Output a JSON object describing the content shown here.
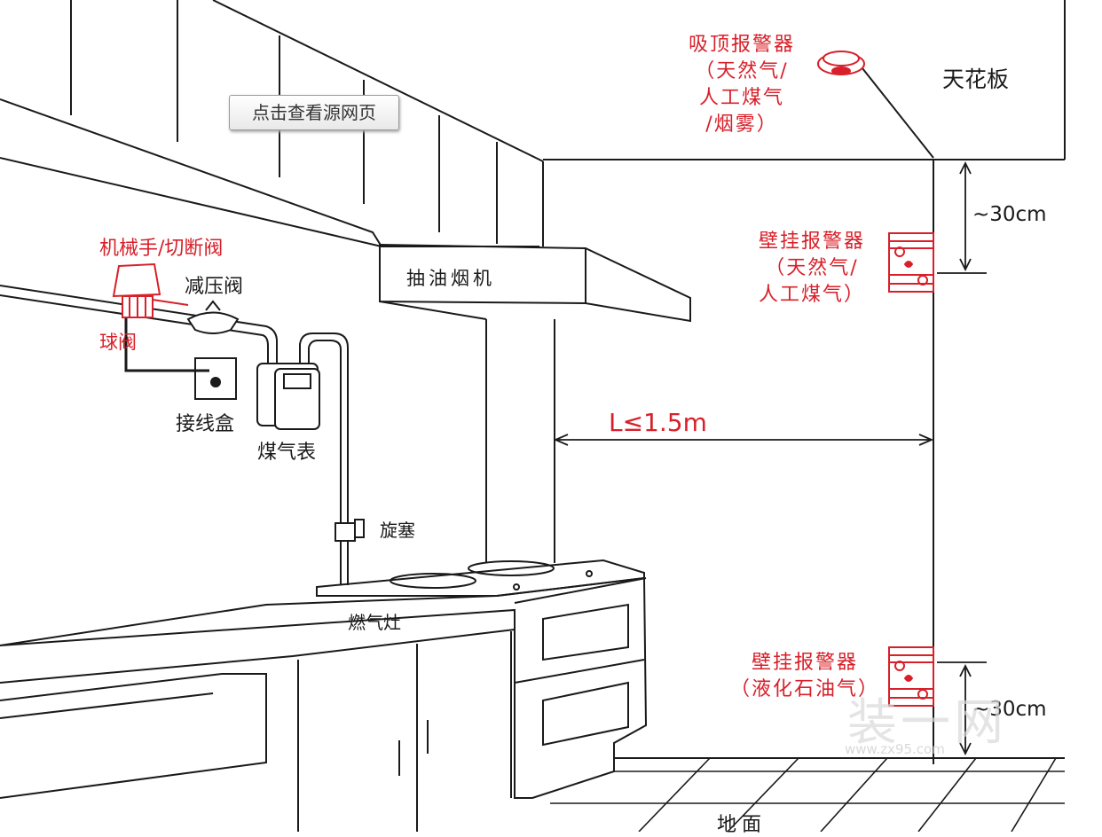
{
  "button": {
    "view_source": "点击查看源网页"
  },
  "labels": {
    "ceiling": "天花板",
    "ceiling_alarm": [
      "吸顶报警器",
      "（天然气/",
      "人工煤气",
      "/烟雾）"
    ],
    "wall_alarm_top": [
      "壁挂报警器",
      "（天然气/",
      "人工煤气）"
    ],
    "wall_alarm_bottom": [
      "壁挂报警器",
      "（液化石油气）"
    ],
    "dist_top": "~30cm",
    "dist_bottom": "~30cm",
    "distance_l": "L≤1.5m",
    "range_hood": "抽油烟机",
    "manipulator_valve": "机械手/切断阀",
    "pressure_valve": "减压阀",
    "ball_valve": "球阀",
    "junction_box": "接线盒",
    "gas_meter": "煤气表",
    "plug_valve": "旋塞",
    "gas_stove": "燃气灶",
    "floor": "地面"
  },
  "watermark": {
    "text": "装一网",
    "url": "www.zx95.com"
  },
  "colors": {
    "accent_red": "#d8202a",
    "line": "#1a1a1a"
  }
}
